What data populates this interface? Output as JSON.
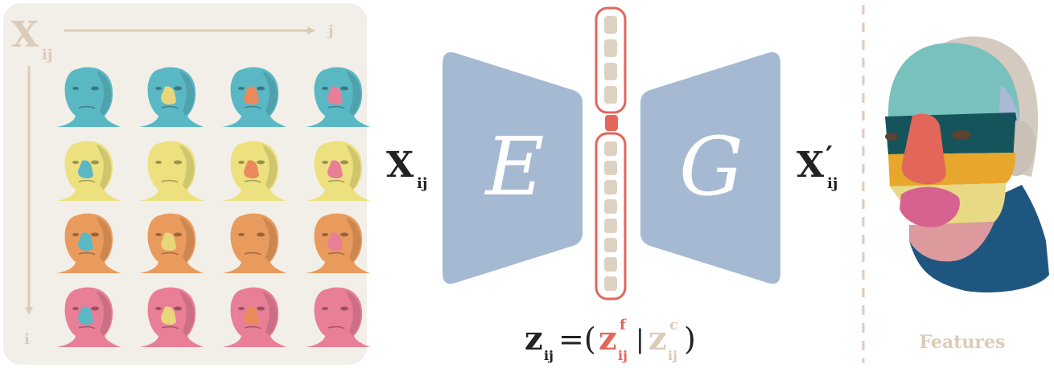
{
  "grid": {
    "title": "X",
    "title_sub": "ij",
    "axis_j": "j",
    "axis_i": "i",
    "base_colors": [
      "#5ab8c4",
      "#ece17e",
      "#e99a5d",
      "#e87f96"
    ],
    "nose_colors": [
      [
        "#5ab8c4",
        "#e8d77a",
        "#ea8a5c",
        "#e87f96"
      ],
      [
        "#5ab8c4",
        "#ece17e",
        "#ea8a5c",
        "#e87f96"
      ],
      [
        "#5ab8c4",
        "#e8d77a",
        "#e99a5d",
        "#e87f96"
      ],
      [
        "#5ab8c4",
        "#e8d77a",
        "#ea8a5c",
        "#e87f96"
      ]
    ]
  },
  "network": {
    "input_label": "X",
    "input_sub": "ij",
    "encoder_label": "E",
    "decoder_label": "G",
    "output_label": "X",
    "output_prime": "′",
    "output_sub": "ij",
    "latent_top_cells": 4,
    "latent_bottom_cells": 8
  },
  "equation": {
    "z": "z",
    "z_sub": "ij",
    "equals_open": "=(",
    "zf": "z",
    "zf_sup": "f",
    "zf_sub": "ij",
    "bar": "|",
    "zc": "z",
    "zc_sup": "c",
    "zc_sub": "ij",
    "close": ")"
  },
  "features": {
    "label": "Features"
  },
  "colors": {
    "panel_bg": "#f2efe8",
    "panel_text": "#dccbb7",
    "network_blue": "#a6b9d3",
    "latent_red": "#e2675a",
    "latent_cell": "#ddd1c3",
    "dark_text": "#222222",
    "divider": "#e2c9b9"
  }
}
